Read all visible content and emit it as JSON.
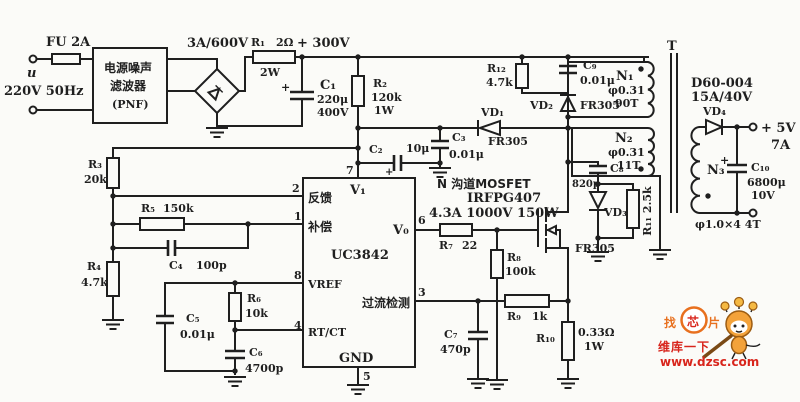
{
  "input": {
    "fuse_label": "FU 2A",
    "u_label": "u",
    "mains_label": "220V 50Hz",
    "filter_line1": "电源噪声",
    "filter_line2": "滤波器",
    "filter_line3": "(PNF)",
    "bridge_rating": "3A/600V"
  },
  "rail": {
    "r1_name": "R₁",
    "r1_value": "2Ω",
    "r1_power": "2W",
    "voltage": "+ 300V"
  },
  "bulk": {
    "c1_name": "C₁",
    "c1_value": "220μ",
    "c1_voltage": "400V",
    "r2_name": "R₂",
    "r2_value": "120k",
    "r2_power": "1W"
  },
  "vcc": {
    "c2_name": "C₂",
    "c2_value": "10μ",
    "c3_name": "C₃",
    "c3_value": "0.01μ",
    "vd1_name": "VD₁",
    "vd1_type": "FR305"
  },
  "feedback": {
    "r3_name": "R₃",
    "r3_value": "20k",
    "r5_name": "R₅",
    "r5_value": "150k",
    "c4_name": "C₄",
    "c4_value": "100p",
    "r4_name": "R₄",
    "r4_value": "4.7k"
  },
  "timing": {
    "c5_name": "C₅",
    "c5_value": "0.01μ",
    "r6_name": "R₆",
    "r6_value": "10k",
    "c6_name": "C₆",
    "c6_value": "4700p"
  },
  "controller": {
    "part": "UC3842",
    "pin7": "7",
    "pin7_label": "V₁",
    "pin2": "2",
    "pin2_label": "反馈",
    "pin1": "1",
    "pin1_label": "补偿",
    "pin8": "8",
    "pin8_label": "VREF",
    "pin4": "4",
    "pin4_label": "RT/CT",
    "pin6": "6",
    "pin6_label": "V₀",
    "pin3": "3",
    "pin3_label": "过流检测",
    "pin5": "5",
    "pin5_label": "GND"
  },
  "drive": {
    "r7_name": "R₇",
    "r7_value": "22",
    "mosfet_line1": "N 沟道MOSFET",
    "mosfet_line2": "IRFPG407",
    "mosfet_line3": "4.3A 1000V 150W",
    "r8_name": "R₈",
    "r8_value": "100k"
  },
  "sense": {
    "r9_name": "R₉",
    "r9_value": "1k",
    "c7_name": "C₇",
    "c7_value": "470p",
    "r10_name": "R₁₀",
    "r10_value": "0.33Ω",
    "r10_power": "1W"
  },
  "snubber": {
    "r12_name": "R₁₂",
    "r12_value": "4.7k",
    "c9_name": "C₉",
    "c9_value": "0.01μ",
    "vd2_name": "VD₂",
    "vd2_type": "FR305"
  },
  "clamp": {
    "c8_name": "C₈",
    "c8_value": "820p",
    "vd3_name": "VD₃",
    "vd3_type": "FR305",
    "r11_label": "R₁₁ 2.5k"
  },
  "transformer": {
    "core_label": "T",
    "n1_name": "N₁",
    "n1_wire": "φ0.31",
    "n1_turns": "90T",
    "n2_name": "N₂",
    "n2_wire": "φ0.31",
    "n2_turns": "11T",
    "n3_name": "N₃",
    "n3_spec": "φ1.0×4 4T"
  },
  "output": {
    "vd4_part": "D60-004",
    "vd4_rating": "15A/40V",
    "vd4_name": "VD₄",
    "voltage": "+ 5V",
    "current": "7A",
    "c10_name": "C₁₀",
    "c10_value": "6800μ",
    "c10_voltage": "10V"
  },
  "symbols": {
    "polarity": "+"
  },
  "watermark": {
    "zhao": "找",
    "xin": "芯",
    "pian": "片",
    "brand": "维库一下",
    "url": "www.dzsc.com"
  },
  "colors": {
    "ink": "#1f1f1f",
    "paper": "#fbfbf8",
    "watermark_orange": "#e8701e",
    "watermark_red": "#d8251c"
  }
}
